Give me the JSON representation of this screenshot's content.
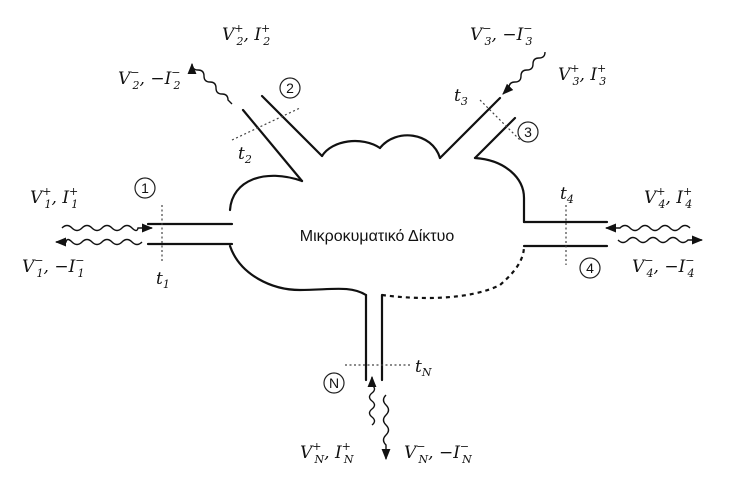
{
  "network_label": "Μικροκυματικό Δίκτυο",
  "ports": [
    {
      "id": "1",
      "ref": "t",
      "ref_sub": "1",
      "incident": {
        "v": "V",
        "v_sub": "1",
        "v_sup": "+",
        "i": "I",
        "i_sub": "1",
        "i_sup": "+",
        "minus": ""
      },
      "reflected": {
        "v": "V",
        "v_sub": "1",
        "v_sup": "−",
        "i": "I",
        "i_sub": "1",
        "i_sup": "−",
        "minus": "−"
      }
    },
    {
      "id": "2",
      "ref": "t",
      "ref_sub": "2",
      "incident": {
        "v": "V",
        "v_sub": "2",
        "v_sup": "+",
        "i": "I",
        "i_sub": "2",
        "i_sup": "+",
        "minus": ""
      },
      "reflected": {
        "v": "V",
        "v_sub": "2",
        "v_sup": "−",
        "i": "I",
        "i_sub": "2",
        "i_sup": "−",
        "minus": "−"
      }
    },
    {
      "id": "3",
      "ref": "t",
      "ref_sub": "3",
      "incident": {
        "v": "V",
        "v_sub": "3",
        "v_sup": "+",
        "i": "I",
        "i_sub": "3",
        "i_sup": "+",
        "minus": ""
      },
      "reflected": {
        "v": "V",
        "v_sub": "3",
        "v_sup": "−",
        "i": "I",
        "i_sub": "3",
        "i_sup": "−",
        "minus": "−"
      }
    },
    {
      "id": "4",
      "ref": "t",
      "ref_sub": "4",
      "incident": {
        "v": "V",
        "v_sub": "4",
        "v_sup": "+",
        "i": "I",
        "i_sub": "4",
        "i_sup": "+",
        "minus": ""
      },
      "reflected": {
        "v": "V",
        "v_sub": "4",
        "v_sup": "−",
        "i": "I",
        "i_sub": "4",
        "i_sup": "−",
        "minus": "−"
      }
    },
    {
      "id": "N",
      "ref": "t",
      "ref_sub": "N",
      "incident": {
        "v": "V",
        "v_sub": "N",
        "v_sup": "+",
        "i": "I",
        "i_sub": "N",
        "i_sup": "+",
        "minus": ""
      },
      "reflected": {
        "v": "V",
        "v_sub": "N",
        "v_sup": "−",
        "i": "I",
        "i_sub": "N",
        "i_sup": "−",
        "minus": "−"
      }
    }
  ]
}
